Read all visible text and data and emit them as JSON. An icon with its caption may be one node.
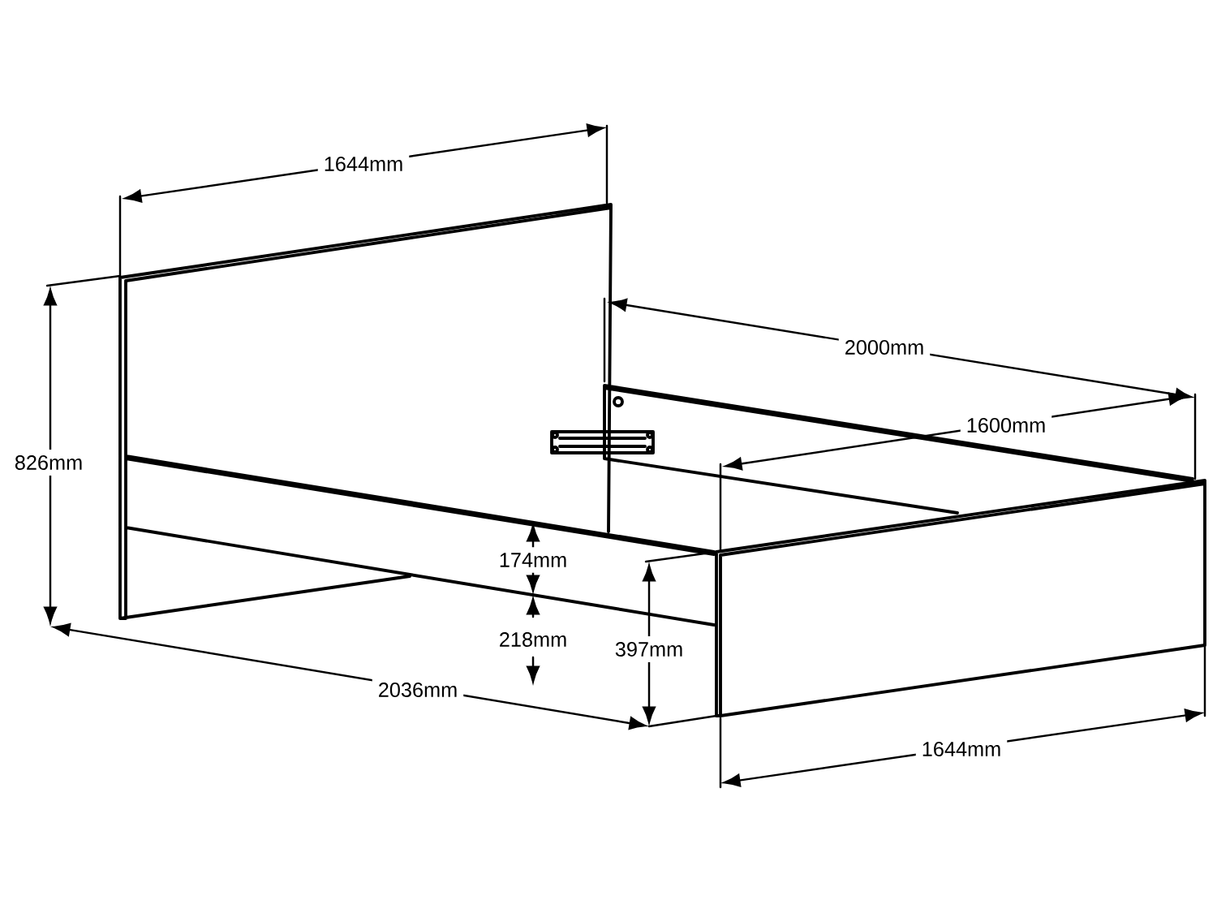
{
  "diagram": {
    "labels": [
      "1644mm",
      "2000mm",
      "1600mm",
      "826mm",
      "174mm",
      "218mm",
      "397mm",
      "2036mm",
      "1644mm"
    ]
  }
}
